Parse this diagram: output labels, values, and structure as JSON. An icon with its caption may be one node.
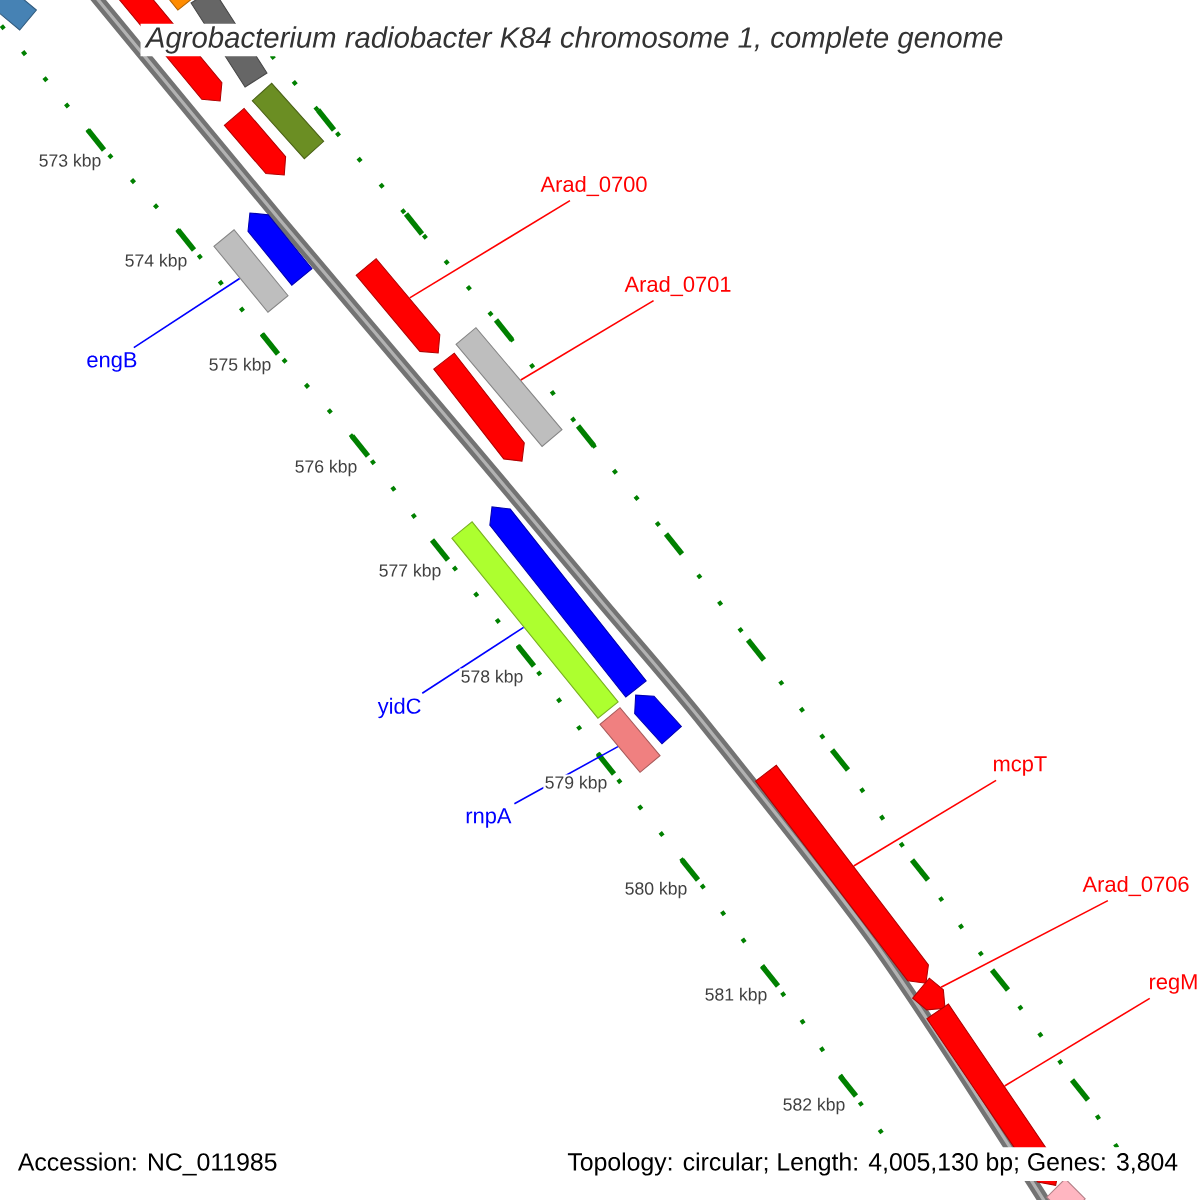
{
  "diagram": {
    "title": "Agrobacterium radiobacter K84 chromosome 1, complete genome",
    "nodes": [
      {
        "text": [],
        "shape": "bar"
      },
      {
        "text": [],
        "shape": "pentagon"
      },
      {
        "text": [],
        "shape": "bar"
      },
      {
        "text": [],
        "shape": "bar"
      },
      {
        "text": [],
        "shape": "bar"
      },
      {
        "text": [],
        "shape": "pentagon"
      },
      {
        "text": [
          "Arad_0700"
        ]
      },
      {
        "text": [],
        "shape": "pentagon"
      },
      {
        "text": [],
        "shape": "bar"
      },
      {
        "text": [],
        "shape": "pentagon"
      },
      {
        "text": [
          "Arad_0701"
        ]
      },
      {
        "text": [
          "engB"
        ]
      },
      {
        "text": [],
        "shape": "bar"
      },
      {
        "text": [],
        "shape": "pentagon"
      },
      {
        "text": [],
        "shape": "pentagon"
      },
      {
        "text": [],
        "shape": "bar"
      },
      {
        "text": [
          "yidC"
        ]
      },
      {
        "text": [],
        "shape": "pentagon"
      },
      {
        "text": [],
        "shape": "bar"
      },
      {
        "text": [
          "rnpA"
        ]
      },
      {
        "text": [
          "mcpT"
        ]
      },
      {
        "text": [],
        "shape": "pentagon"
      },
      {
        "text": [
          "Arad_0706"
        ]
      },
      {
        "text": [],
        "shape": "pentagon"
      },
      {
        "text": [
          "regM"
        ]
      },
      {
        "text": [],
        "shape": "pentagon"
      },
      {
        "text": [],
        "shape": "bar"
      }
    ],
    "edges": [
      {
        "from": 6,
        "to": 9,
        "arrow": "none"
      },
      {
        "from": 10,
        "to": 12,
        "arrow": "none"
      },
      {
        "from": 11,
        "to": 8,
        "arrow": "none",
        "color": "#0000ff"
      },
      {
        "from": 16,
        "to": 15,
        "arrow": "none",
        "color": "#0000ff"
      },
      {
        "from": 19,
        "to": 18,
        "arrow": "none",
        "color": "#0000ff"
      },
      {
        "from": 20,
        "to": 21,
        "arrow": "none"
      },
      {
        "from": 22,
        "to": 23,
        "arrow": "none"
      },
      {
        "from": 24,
        "to": 25,
        "arrow": "none"
      }
    ],
    "labels": [
      "573 kbp",
      "574 kbp",
      "575 kbp",
      "576 kbp",
      "577 kbp",
      "578 kbp",
      "579 kbp",
      "580 kbp",
      "581 kbp",
      "582 kbp",
      "Accession: NC_011985",
      "Topology: circular; Length: 4,005,130 bp; Genes: 3,804"
    ]
  }
}
